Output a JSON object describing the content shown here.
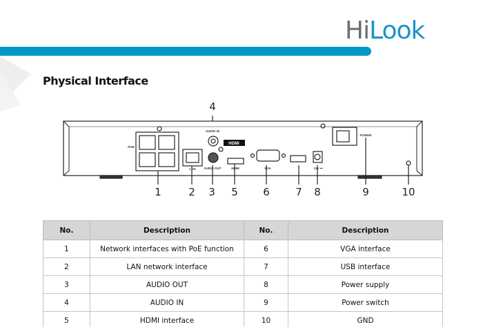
{
  "brand": {
    "logo_hi": "Hi",
    "logo_look": "Look",
    "accent": "#0396c8"
  },
  "heading": "Physical Interface",
  "panel": {
    "labels": {
      "poe": "POE",
      "lan": "LAN",
      "audio_in": "AUDIO IN",
      "audio_out": "AUDIO OUT",
      "hdmi": "HDMI",
      "hdmi_logo": "HDMI",
      "vga": "VGA",
      "power_in": "12V ⎓",
      "power": "POWER"
    },
    "callouts": [
      "1",
      "2",
      "3",
      "4",
      "5",
      "6",
      "7",
      "8",
      "9",
      "10"
    ]
  },
  "table": {
    "headers": [
      "No.",
      "Description",
      "No.",
      "Description"
    ],
    "rows": [
      [
        "1",
        "Network interfaces with PoE function",
        "6",
        "VGA interface"
      ],
      [
        "2",
        "LAN network interface",
        "7",
        "USB interface"
      ],
      [
        "3",
        "AUDIO OUT",
        "8",
        "Power supply"
      ],
      [
        "4",
        "AUDIO IN",
        "9",
        "Power switch"
      ],
      [
        "5",
        "HDMI interface",
        "10",
        "GND"
      ]
    ]
  }
}
